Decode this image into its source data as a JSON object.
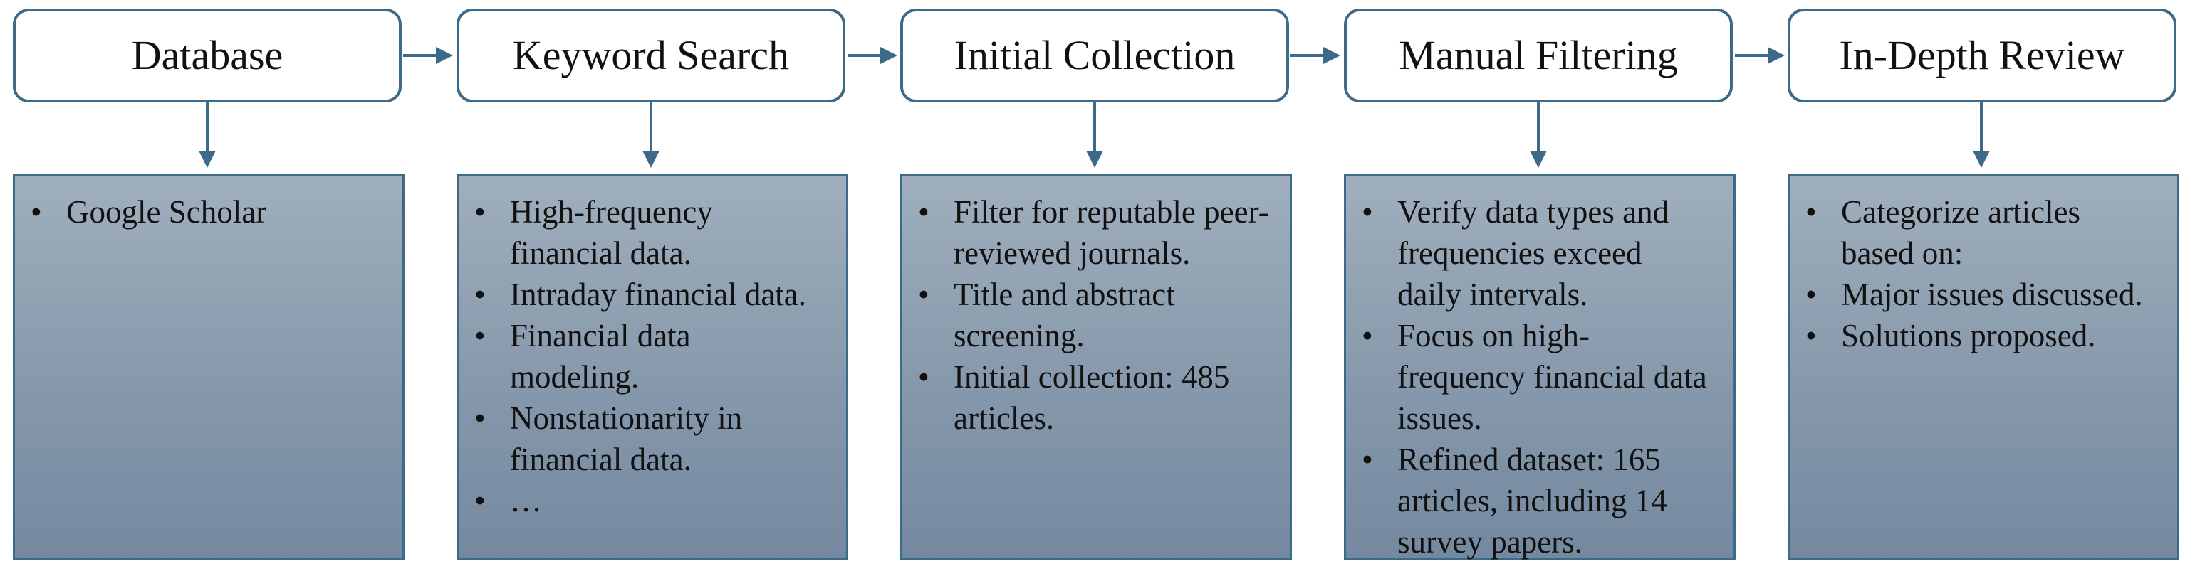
{
  "colors": {
    "border": "#3e6a8a",
    "arrow": "#3e6a8a",
    "panel_top": "#a0afbd",
    "panel_bottom": "#7489a0"
  },
  "stages": [
    {
      "title": "Database",
      "items": [
        "Google Scholar"
      ]
    },
    {
      "title": "Keyword Search",
      "items": [
        "High-frequency financial data.",
        "Intraday financial data.",
        "Financial data modeling.",
        "Nonstationarity in financial data.",
        "…"
      ]
    },
    {
      "title": "Initial Collection",
      "items": [
        "Filter for reputable peer-reviewed journals.",
        "Title and abstract screening.",
        "Initial collection: 485 articles."
      ]
    },
    {
      "title": "Manual Filtering",
      "items": [
        "Verify data types and frequencies exceed daily intervals.",
        "Focus on high-frequency financial data issues.",
        "Refined dataset: 165 articles,  including 14 survey papers."
      ]
    },
    {
      "title": "In-Depth Review",
      "items": [
        "Categorize articles based on:",
        "Major issues discussed.",
        "Solutions proposed."
      ]
    }
  ]
}
